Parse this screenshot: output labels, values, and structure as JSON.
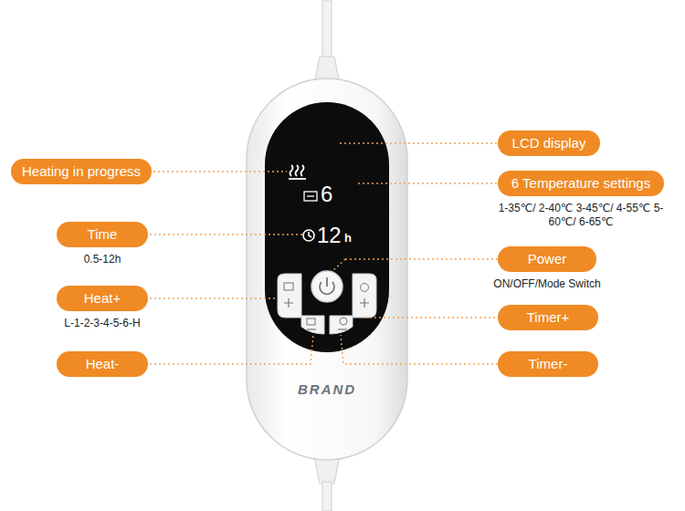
{
  "diagram": {
    "nodes": [
      {
        "text": [
          "LCD display"
        ]
      },
      {
        "text": [
          "Heating in progress"
        ]
      },
      {
        "text": [
          "6 Temperature settings",
          "1-35℃/ 2-40℃ 3-45℃/ 4-55℃ 5-60℃/ 6-65℃"
        ]
      },
      {
        "text": [
          "Time",
          "0.5-12h"
        ]
      },
      {
        "text": [
          "Power",
          "ON/OFF/Mode Switch"
        ]
      },
      {
        "text": [
          "Heat+",
          "L-1-2-3-4-5-6-H"
        ]
      },
      {
        "text": [
          "Timer+"
        ]
      },
      {
        "text": [
          "Heat-"
        ]
      },
      {
        "text": [
          "Timer-"
        ]
      }
    ],
    "labels": [
      "6",
      "12",
      "h",
      "BRAND"
    ]
  }
}
